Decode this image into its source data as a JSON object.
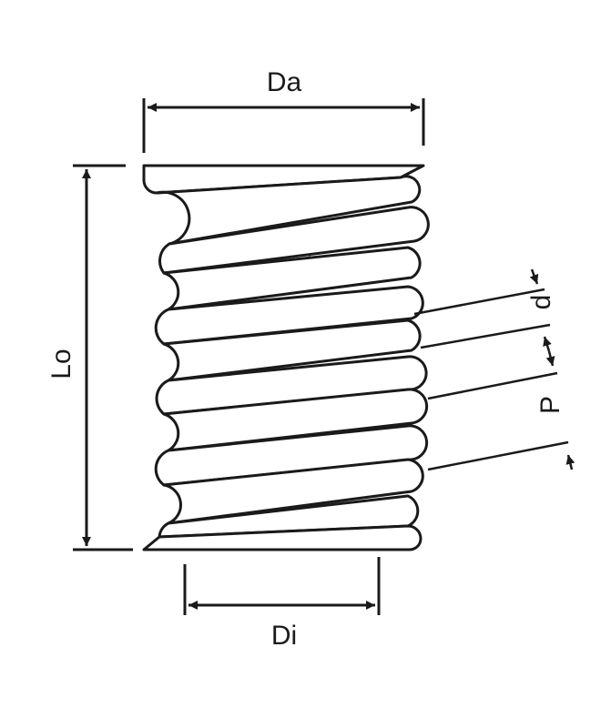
{
  "diagram": {
    "labels": {
      "outer_diameter": "Da",
      "inner_diameter": "Di",
      "free_length": "Lo",
      "wire_diameter": "d",
      "pitch": "P"
    },
    "colors": {
      "stroke": "#1a1a1a",
      "background": "#ffffff"
    }
  }
}
